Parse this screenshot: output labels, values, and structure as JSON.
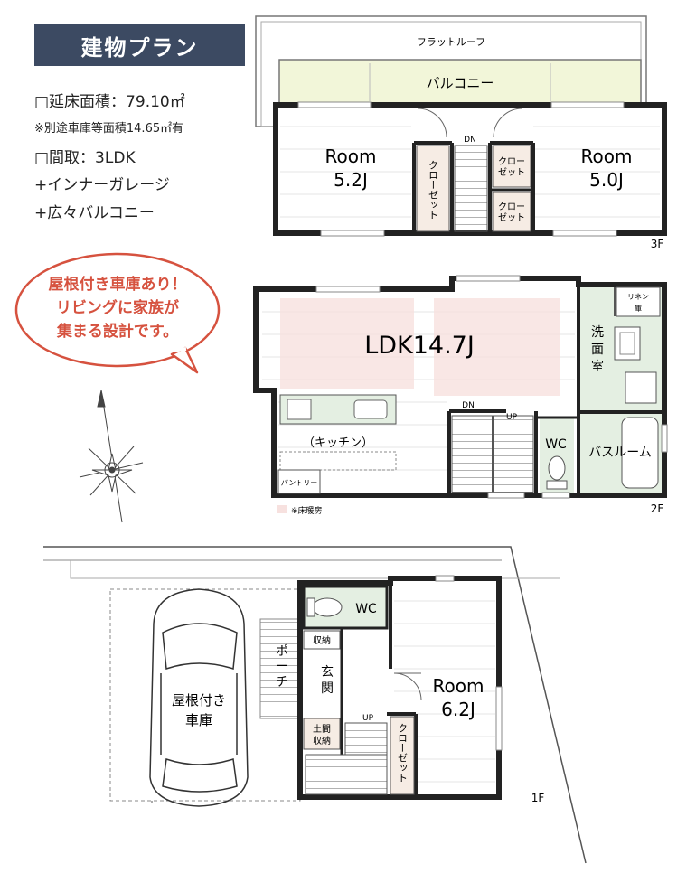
{
  "header": {
    "title": "建物プラン",
    "floor_area": "□延床面積：79.10㎡",
    "garage_note": "※別途車庫等面積14.65㎡有",
    "layout": "□間取：3LDK",
    "feature_1": "+インナーガレージ",
    "feature_2": "+広々バルコニー"
  },
  "callout": {
    "line1": "屋根付き車庫あり！",
    "line2": "リビングに家族が",
    "line3": "集まる設計です。"
  },
  "floor3": {
    "label": "3F",
    "flat_roof": "フラットルーフ",
    "balcony": "バルコニー",
    "room_left_name": "Room",
    "room_left_size": "5.2J",
    "room_right_name": "Room",
    "room_right_size": "5.0J",
    "closet_vertical": "クローゼット",
    "closet_small_1a": "クロー",
    "closet_small_1b": "ゼット",
    "closet_small_2a": "クロー",
    "closet_small_2b": "ゼット",
    "stair_dn": "DN"
  },
  "floor2": {
    "label": "2F",
    "ldk": "LDK14.7J",
    "kitchen": "（キッチン）",
    "pantry": "パントリー",
    "linen_a": "リネン",
    "linen_b": "庫",
    "washroom_1": "洗",
    "washroom_2": "面",
    "washroom_3": "室",
    "wc": "WC",
    "bathroom": "バスルーム",
    "stair_dn": "DN",
    "stair_up": "UP",
    "floor_heating_note": "※床暖房"
  },
  "floor1": {
    "label": "1F",
    "garage_1": "屋根付き",
    "garage_2": "車庫",
    "porch_1": "ポ",
    "porch_2": "ー",
    "porch_3": "チ",
    "storage": "収納",
    "entrance_1": "玄",
    "entrance_2": "関",
    "doma_storage_1": "土間",
    "doma_storage_2": "収納",
    "wc": "WC",
    "room_name": "Room",
    "room_size": "6.2J",
    "closet": "クローゼット",
    "stair_up": "UP"
  },
  "colors": {
    "title_bg": "#3c4a62",
    "callout_border": "#d6523f",
    "callout_text": "#d6523f",
    "balcony_fill": "#f2f6d9",
    "wet_area_fill": "#e4efe2",
    "closet_fill": "#f6ece4",
    "heating_fill": "#f7e1df"
  }
}
